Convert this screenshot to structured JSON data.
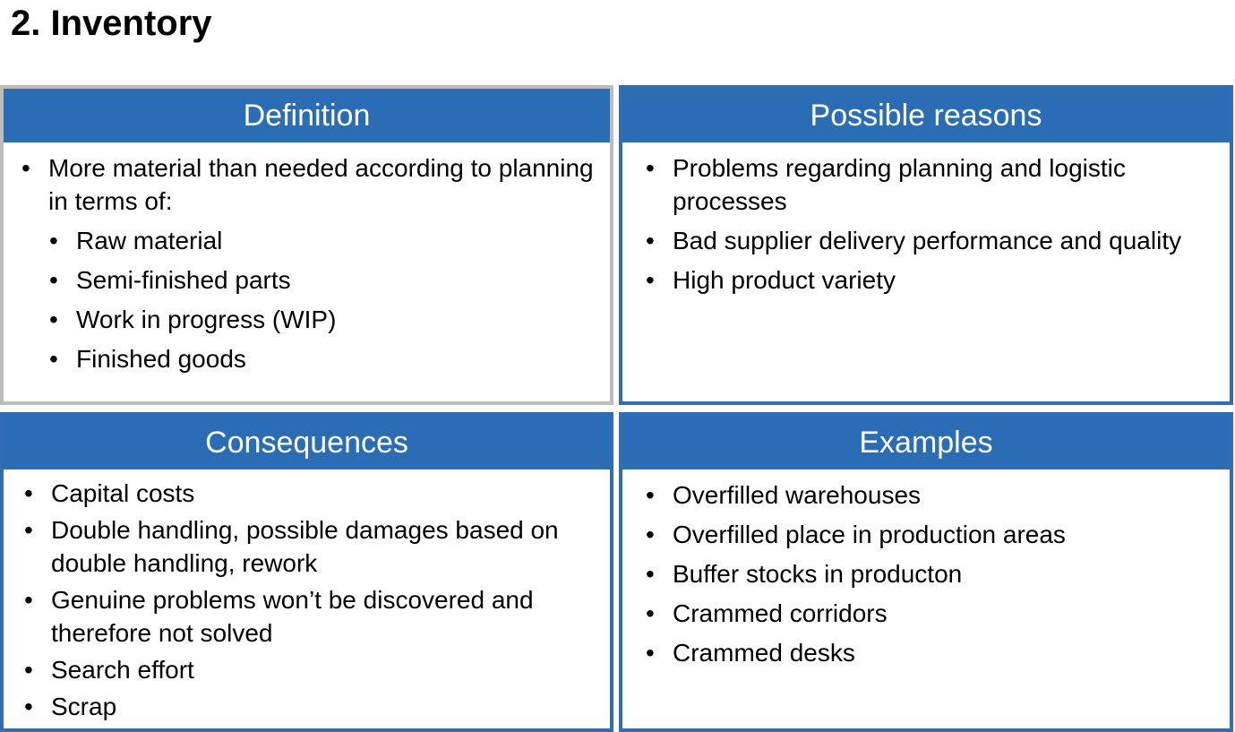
{
  "page": {
    "title": "2. Inventory"
  },
  "colors": {
    "header_blue": "#2a6db5",
    "border_blue": "#2f6db5",
    "border_gray": "#bdbdbd"
  },
  "boxes": {
    "definition": {
      "title": "Definition",
      "item": "More material than needed according to planning in terms of:",
      "subitems": [
        "Raw material",
        "Semi-finished parts",
        "Work in progress (WIP)",
        "Finished goods"
      ]
    },
    "reasons": {
      "title": "Possible reasons",
      "items": [
        "Problems regarding planning and logistic processes",
        "Bad supplier delivery performance and quality",
        "High product variety"
      ]
    },
    "consequences": {
      "title": "Consequences",
      "items": [
        "Capital costs",
        "Double handling, possible damages based on double handling, rework",
        "Genuine problems won’t be discovered and therefore not solved",
        "Search effort",
        "Scrap"
      ]
    },
    "examples": {
      "title": "Examples",
      "items": [
        "Overfilled warehouses",
        "Overfilled place in production areas",
        "Buffer stocks in producton",
        "Crammed corridors",
        "Crammed desks"
      ]
    }
  }
}
